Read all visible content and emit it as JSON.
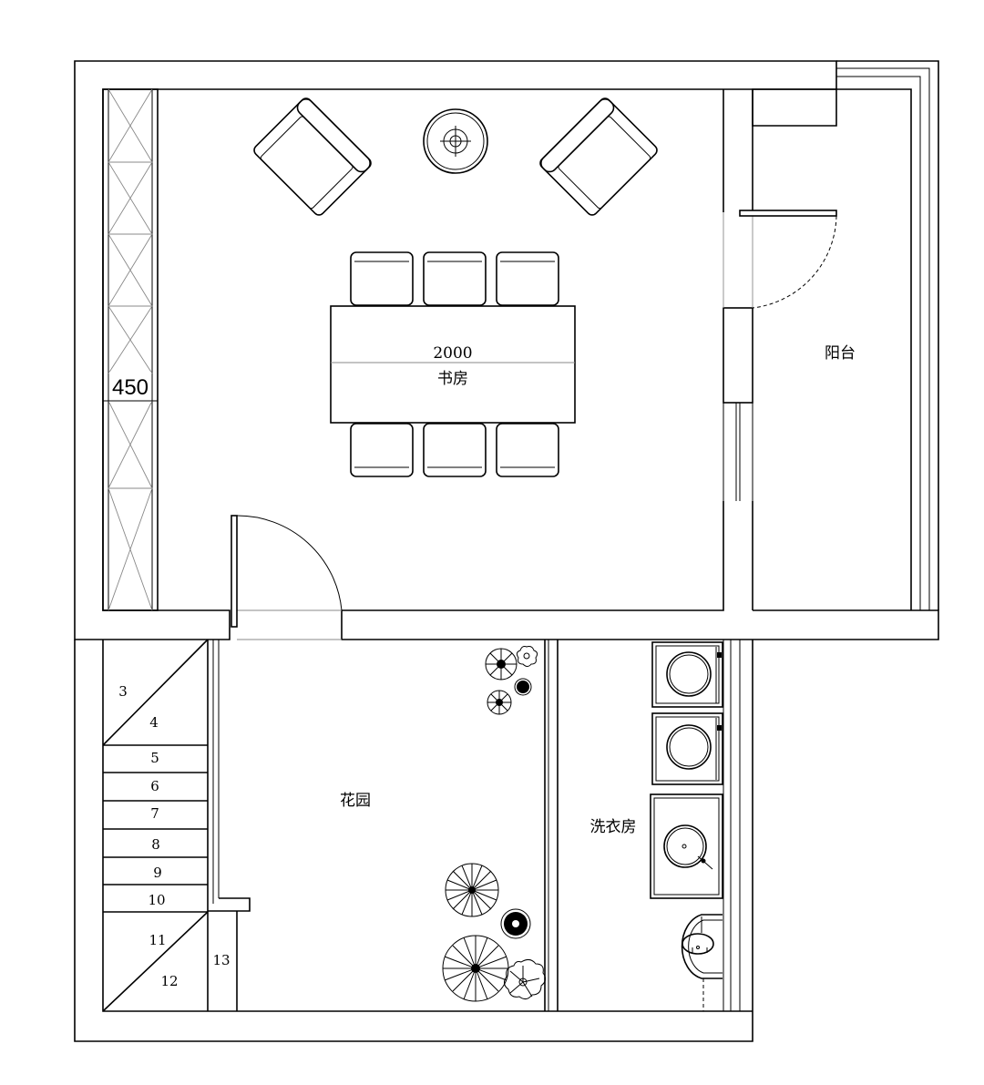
{
  "rooms": {
    "study": "书房",
    "balcony": "阳台",
    "garden": "花园",
    "laundry": "洗衣房"
  },
  "dimensions": {
    "table_width": "2000",
    "cabinet_depth": "450"
  },
  "stair_steps": [
    "3",
    "4",
    "5",
    "6",
    "7",
    "8",
    "9",
    "10",
    "11",
    "12",
    "13"
  ]
}
